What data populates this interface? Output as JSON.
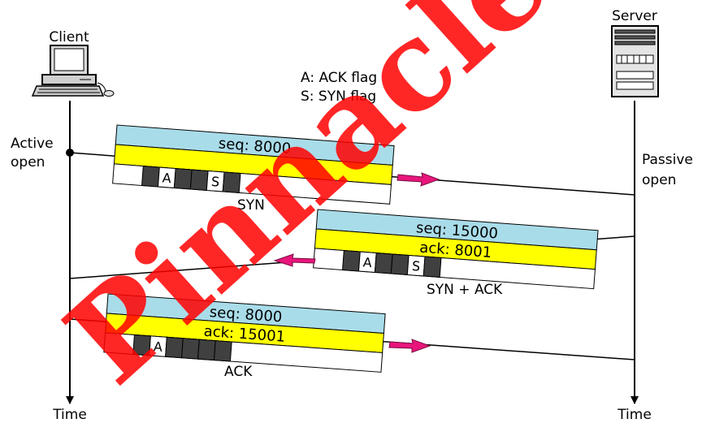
{
  "client": {
    "label": "Client"
  },
  "server": {
    "label": "Server"
  },
  "time": {
    "client": "Time",
    "server": "Time"
  },
  "states": {
    "client": [
      "Active",
      "open"
    ],
    "server": [
      "Passive",
      "open"
    ]
  },
  "legend": [
    "A: ACK flag",
    "S: SYN flag"
  ],
  "segments": [
    {
      "fields": [
        "seq: 8000",
        ""
      ],
      "flags": [
        "",
        "A",
        "",
        "",
        "S",
        ""
      ],
      "caption": "SYN"
    },
    {
      "fields": [
        "seq: 15000",
        "ack: 8001"
      ],
      "flags": [
        "",
        "A",
        "",
        "",
        "S",
        ""
      ],
      "caption": "SYN + ACK"
    },
    {
      "fields": [
        "seq: 8000",
        "ack: 15001"
      ],
      "flags": [
        "",
        "A",
        "",
        "",
        "",
        ""
      ],
      "caption": "ACK"
    }
  ],
  "watermark": "Pinnacle",
  "colors": {
    "seq_field": "#a9dce9",
    "ack_field": "#ffff00",
    "flag_set": "#404040",
    "arrow": "#e8167c",
    "watermark": "#ff0000"
  }
}
